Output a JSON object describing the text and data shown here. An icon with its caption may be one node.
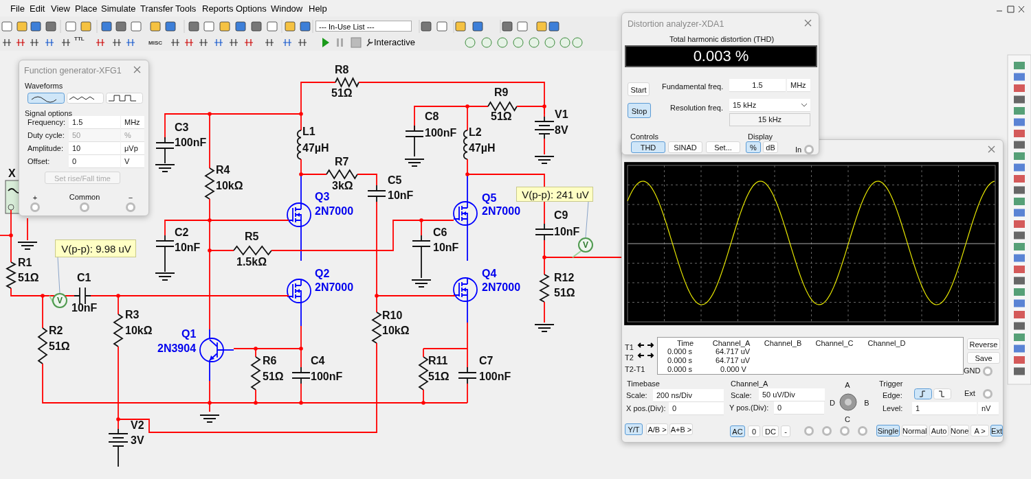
{
  "diagram": {
    "nodes": [
      {
        "text": [
          "Function generator-XFG1",
          "Waveforms",
          "Signal options",
          "Frequency:",
          "1.5",
          "MHz",
          "Duty cycle:",
          "50",
          "%",
          "Amplitude:",
          "10",
          "μVp",
          "Offset:",
          "0",
          "V",
          "Set rise/Fall time",
          "+",
          "Common",
          "−"
        ]
      },
      {
        "text": [
          "Distortion analyzer-XDA1",
          "Total harmonic distortion (THD)",
          "0.003 %",
          "Start",
          "Stop",
          "Fundamental freq.",
          "1.5",
          "MHz",
          "Resolution freq.",
          "15 kHz",
          "15 kHz",
          "Controls",
          "THD",
          "SINAD",
          "Set...",
          "Display",
          "%",
          "dB",
          "In"
        ]
      },
      {
        "text": [
          "Time",
          "Channel_A",
          "Channel_B",
          "Channel_C",
          "Channel_D",
          "Reverse",
          "T1",
          "0.000 s",
          "64.717 uV",
          "T2",
          "0.000 s",
          "64.717 uV",
          "Save",
          "T2-T1",
          "0.000 s",
          "0.000 V",
          "GND",
          "Timebase",
          "Channel_A",
          "Trigger",
          "Scale:",
          "200 ns/Div",
          "Scale:",
          "50 uV/Div",
          "A",
          "Edge:",
          "Ext",
          "X pos.(Div):",
          "0",
          "Y pos.(Div):",
          "0",
          "D",
          "B",
          "Level:",
          "1",
          "nV",
          "C",
          "Y/T",
          "A/B >",
          "A+B >",
          "AC",
          "0",
          "DC",
          "-",
          "Single",
          "Normal",
          "Auto",
          "None",
          "A >",
          "Ext"
        ]
      },
      {
        "text": [
          "V(p-p): 9.98 uV"
        ]
      },
      {
        "text": [
          "V"
        ]
      },
      {
        "text": [
          "V(p-p): 241 uV"
        ]
      },
      {
        "text": [
          "V"
        ]
      }
    ],
    "edges": [
      {
        "from": 3,
        "to": 4,
        "arrow": "none"
      },
      {
        "from": 5,
        "to": 6,
        "arrow": "none"
      }
    ],
    "labels": [
      "File",
      "Edit",
      "View",
      "Place",
      "Simulate",
      "Transfer",
      "Tools",
      "Reports",
      "Options",
      "Window",
      "Help",
      "--- In-Use List ---",
      "TTL",
      "MISC",
      "Interactive",
      "R8",
      "51Ω",
      "R9",
      "C8",
      "51Ω",
      "V1",
      "C3",
      "L1",
      "100nF",
      "L2",
      "8V",
      "100nF",
      "47µH",
      "47µH",
      "R7",
      "X",
      "R4",
      "10kΩ",
      "3kΩ",
      "C5",
      "Q3",
      "10nF",
      "Q5",
      "2N7000",
      "2N7000",
      "C9",
      "C2",
      "R5",
      "C6",
      "10nF",
      "10nF",
      "10nF",
      "R1",
      "1.5kΩ",
      "51Ω",
      "C1",
      "Q2",
      "Q4",
      "R12",
      "2N7000",
      "2N7000",
      "51Ω",
      "10nF",
      "R3",
      "R10",
      "R2",
      "10kΩ",
      "Q1",
      "10kΩ",
      "51Ω",
      "2N3904",
      "R6",
      "C4",
      "R11",
      "C7",
      "51Ω",
      "100nF",
      "51Ω",
      "100nF",
      "V2",
      "3V"
    ]
  }
}
